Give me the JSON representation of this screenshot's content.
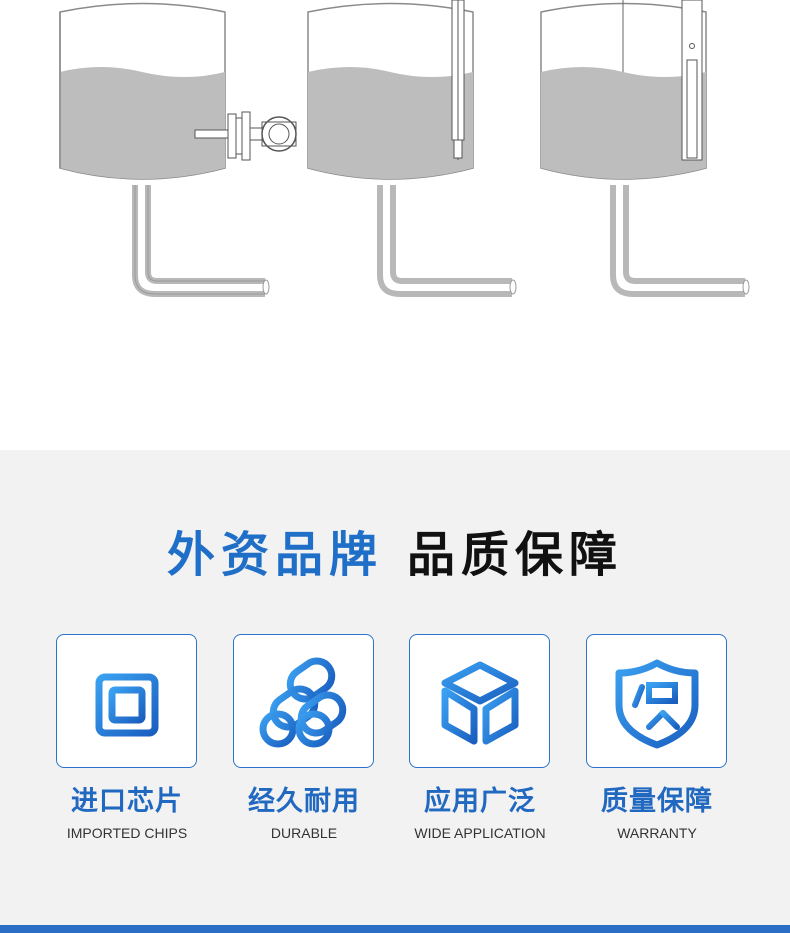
{
  "headline": {
    "part1": "外资品牌",
    "part2": "品质保障"
  },
  "features": [
    {
      "cn": "进口芯片",
      "en": "IMPORTED CHIPS",
      "icon": "chip-icon"
    },
    {
      "cn": "经久耐用",
      "en": "DURABLE",
      "icon": "pipes-icon"
    },
    {
      "cn": "应用广泛",
      "en": "WIDE APPLICATION",
      "icon": "cube-icon"
    },
    {
      "cn": "质量保障",
      "en": "WARRANTY",
      "icon": "shield-icon"
    }
  ],
  "colors": {
    "accent": "#1f6fc8",
    "liquid": "#b8b8b8",
    "panel": "#f2f2f2"
  }
}
